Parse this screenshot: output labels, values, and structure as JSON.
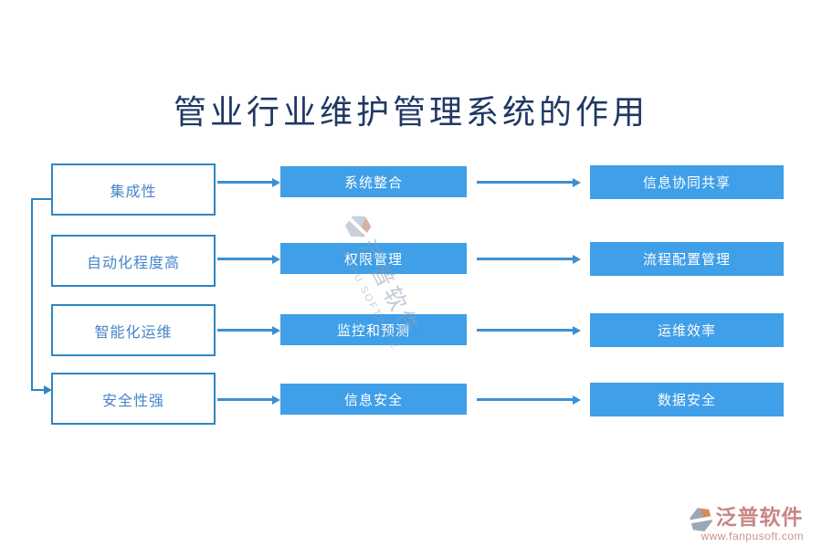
{
  "title": "管业行业维护管理系统的作用",
  "rows": [
    {
      "left": "集成性",
      "middle": "系统整合",
      "right": "信息协同共享"
    },
    {
      "left": "自动化程度高",
      "middle": "权限管理",
      "right": "流程配置管理"
    },
    {
      "left": "智能化运维",
      "middle": "监控和预测",
      "right": "运维效率"
    },
    {
      "left": "安全性强",
      "middle": "信息安全",
      "right": "数据安全"
    }
  ],
  "watermark": {
    "text": "泛普软件",
    "subtext": "FANPU SOFTWARE"
  },
  "brand": {
    "name": "泛普软件",
    "url": "www.fanpusoft.com"
  },
  "colors": {
    "title": "#1F3864",
    "box_border": "#2E86C4",
    "box_fill": "#3F9FE8",
    "arrow": "#3D8FD2",
    "brand_red": "#C98585"
  }
}
